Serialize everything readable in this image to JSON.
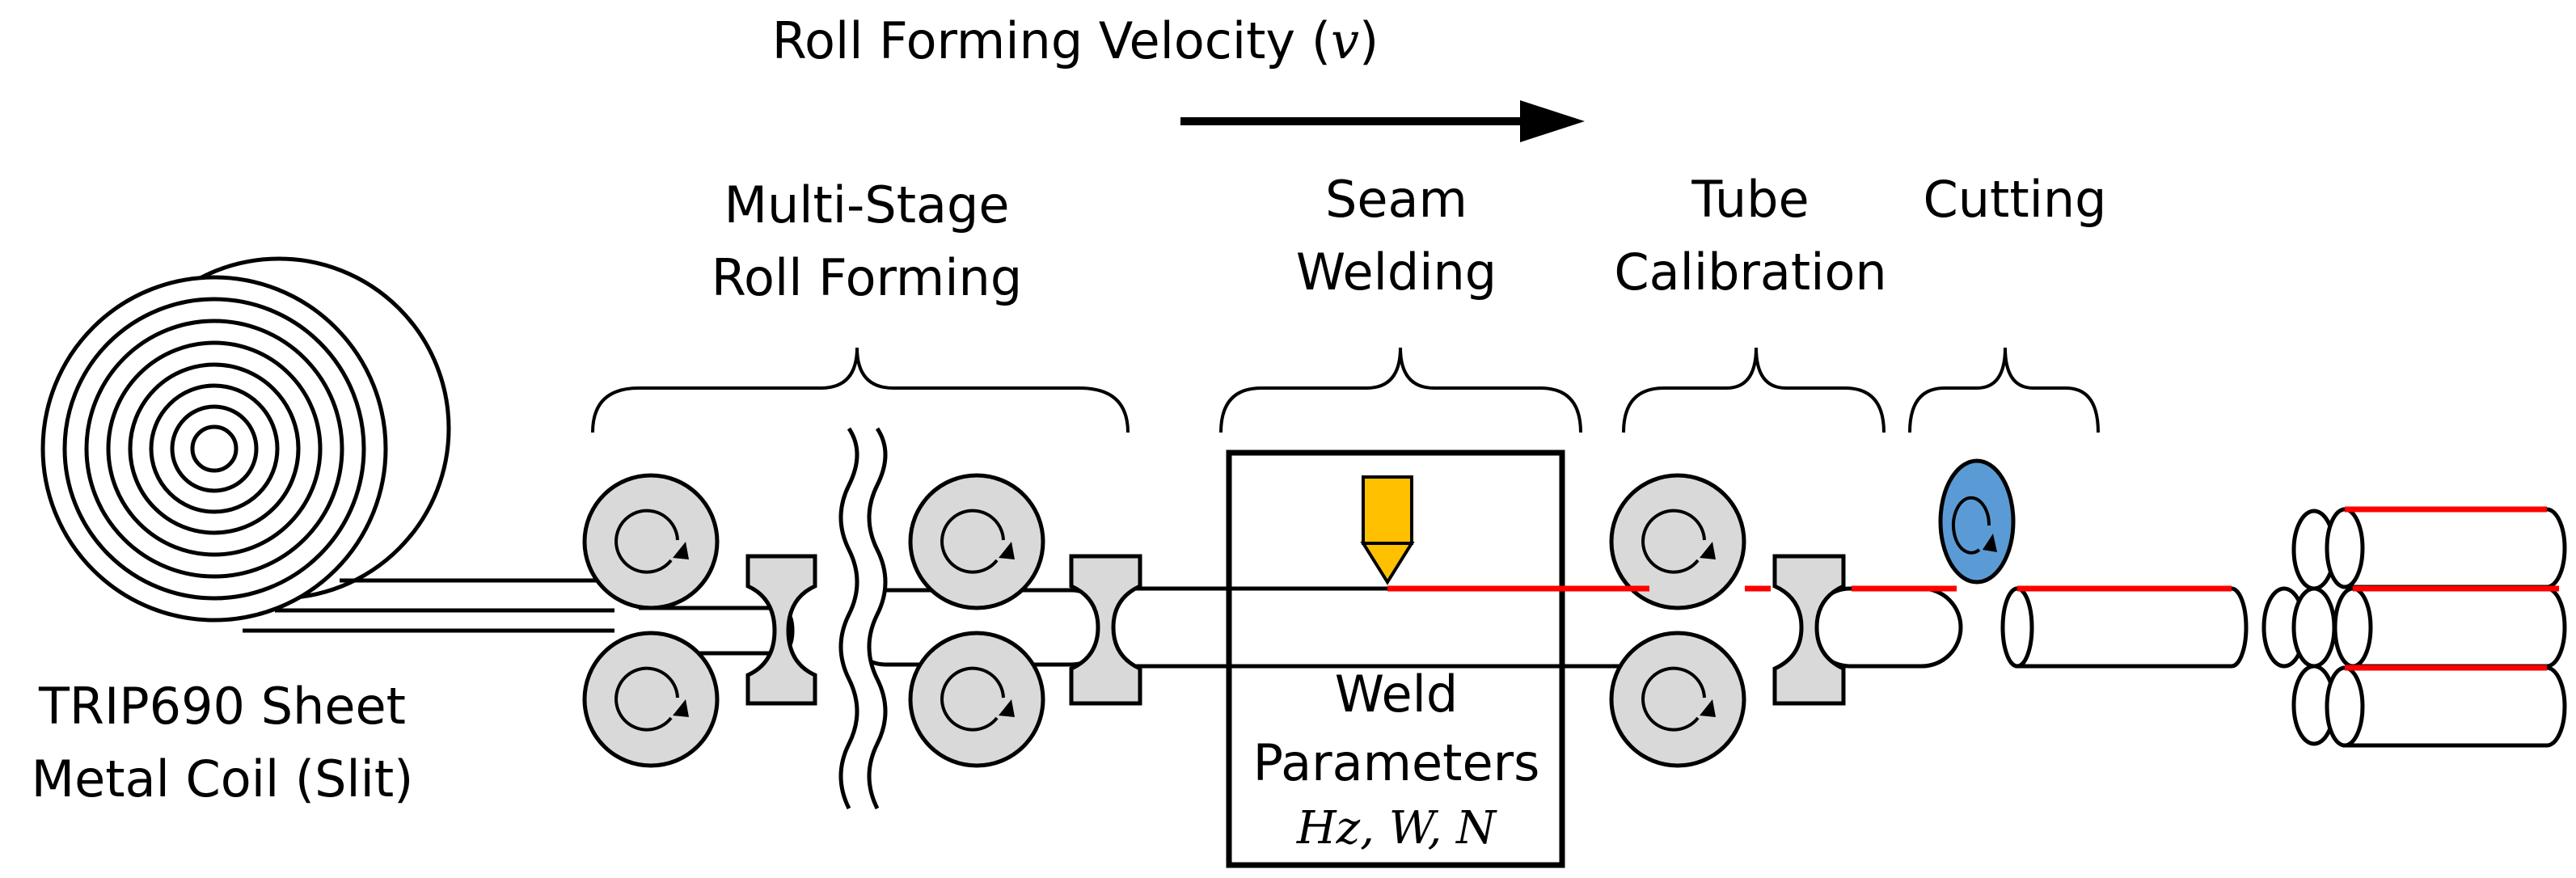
{
  "title": "Roll Forming Velocity (",
  "title_var": "v",
  "title_close": ")",
  "stages": {
    "roll_forming": [
      "Multi-Stage",
      "Roll Forming"
    ],
    "seam_welding": [
      "Seam",
      "Welding"
    ],
    "tube_calibration": [
      "Tube",
      "Calibration"
    ],
    "cutting": "Cutting"
  },
  "coil_label": [
    "TRIP690 Sheet",
    "Metal Coil (Slit)"
  ],
  "weld_box": {
    "line1": "Weld",
    "line2": "Parameters",
    "math": "Hz, W, N"
  },
  "colors": {
    "roller_fill": "#d9d9d9",
    "seam_red": "#ff0000",
    "weld_tip": "#ffc000",
    "cutter_blue": "#5b9bd5",
    "outline": "#000000"
  }
}
